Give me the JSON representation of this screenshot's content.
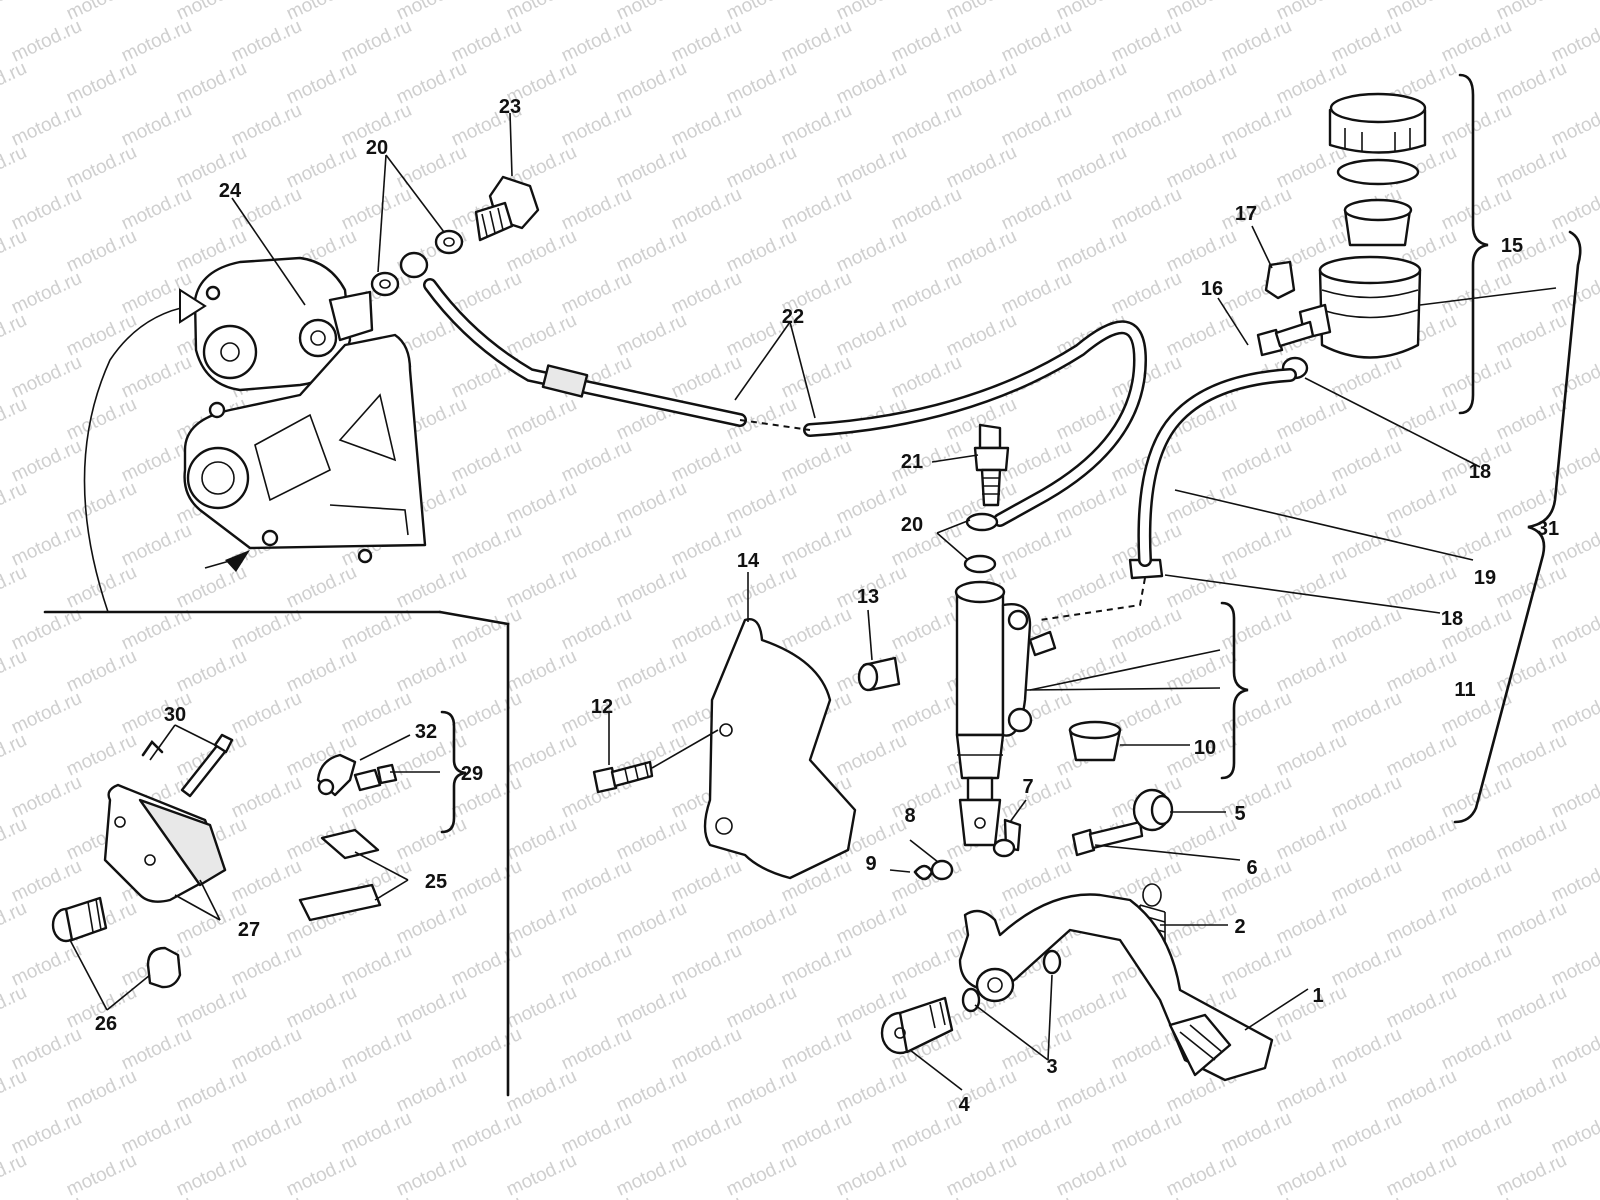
{
  "watermark": {
    "text": "motod.ru"
  },
  "callouts": {
    "c1": "1",
    "c2": "2",
    "c3": "3",
    "c4": "4",
    "c5": "5",
    "c6": "6",
    "c7": "7",
    "c8": "8",
    "c9": "9",
    "c10": "10",
    "c11": "11",
    "c12": "12",
    "c13": "13",
    "c14": "14",
    "c15": "15",
    "c16": "16",
    "c17": "17",
    "c18a": "18",
    "c18b": "18",
    "c19": "19",
    "c20a": "20",
    "c20b": "20",
    "c21": "21",
    "c22": "22",
    "c23": "23",
    "c24": "24",
    "c25": "25",
    "c26": "26",
    "c27": "27",
    "c29": "29",
    "c30": "30",
    "c31": "31",
    "c32": "32"
  },
  "colors": {
    "ink": "#111111",
    "watermark": "#cfcfcf",
    "background": "#ffffff"
  }
}
